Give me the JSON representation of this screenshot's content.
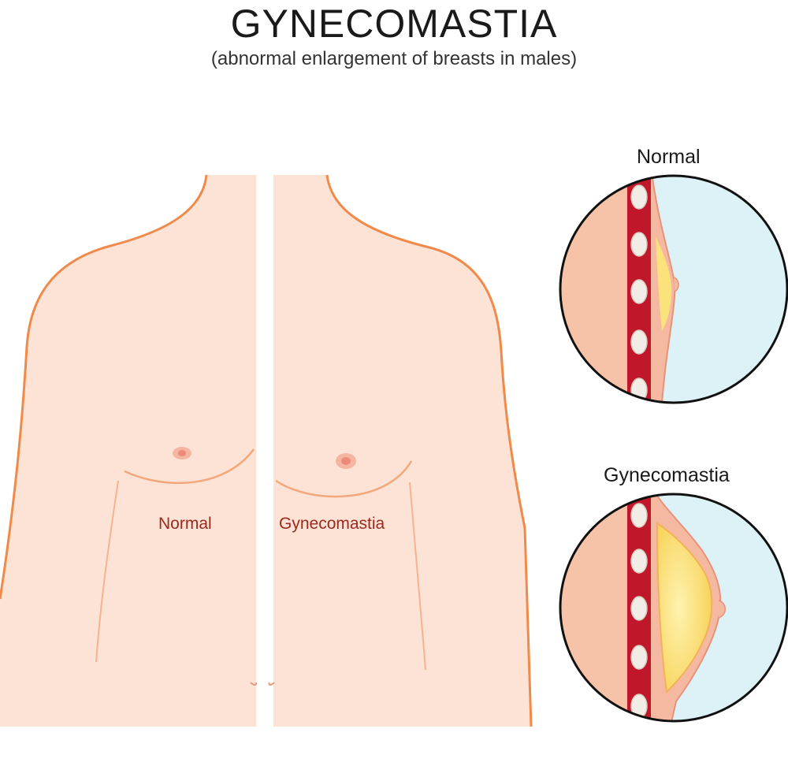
{
  "header": {
    "title": "GYNECOMASTIA",
    "subtitle": "(abnormal enlargement of breasts in males)"
  },
  "torso": {
    "left_label": "Normal",
    "right_label": "Gynecomastia"
  },
  "cross_sections": [
    {
      "label": "Normal"
    },
    {
      "label": "Gynecomastia"
    }
  ],
  "colors": {
    "skin_fill": "#fde3d5",
    "skin_outline": "#f08a4b",
    "label_red": "#9b2a1e",
    "muscle_red": "#c0182a",
    "tissue_salmon": "#f7c3a8",
    "fat_yellow": "#fbe27a",
    "air_blue": "#dcf2f7"
  }
}
